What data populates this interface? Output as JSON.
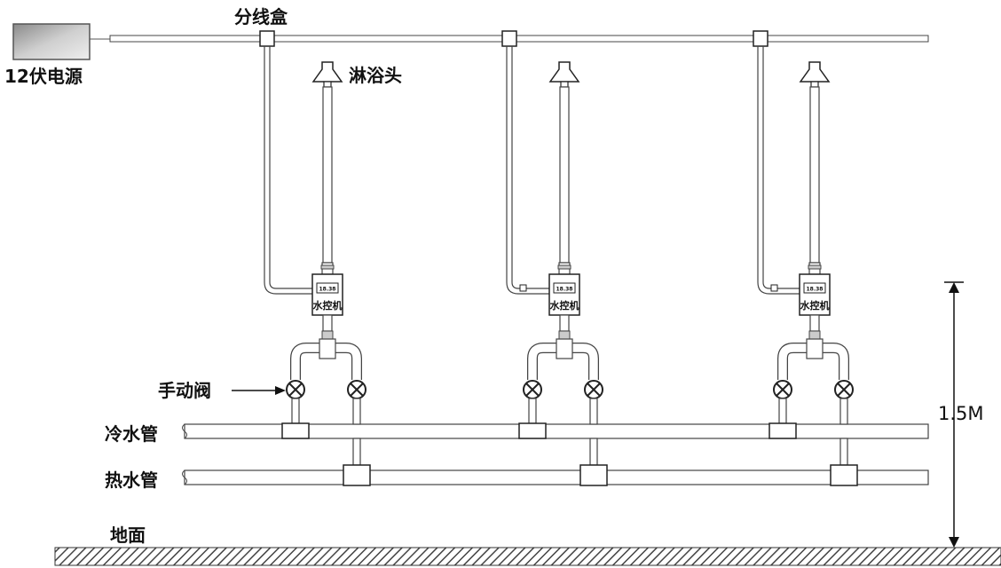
{
  "labels": {
    "power_supply": "12伏电源",
    "junction_box": "分线盒",
    "shower_head": "淋浴头",
    "manual_valve": "手动阀",
    "cold_pipe": "冷水管",
    "hot_pipe": "热水管",
    "ground": "地面",
    "height": "1.5M"
  },
  "units": [
    {
      "controller_label": "水控机",
      "display": "18.38"
    },
    {
      "controller_label": "水控机",
      "display": "18.38"
    },
    {
      "controller_label": "水控机",
      "display": "18.38"
    }
  ]
}
